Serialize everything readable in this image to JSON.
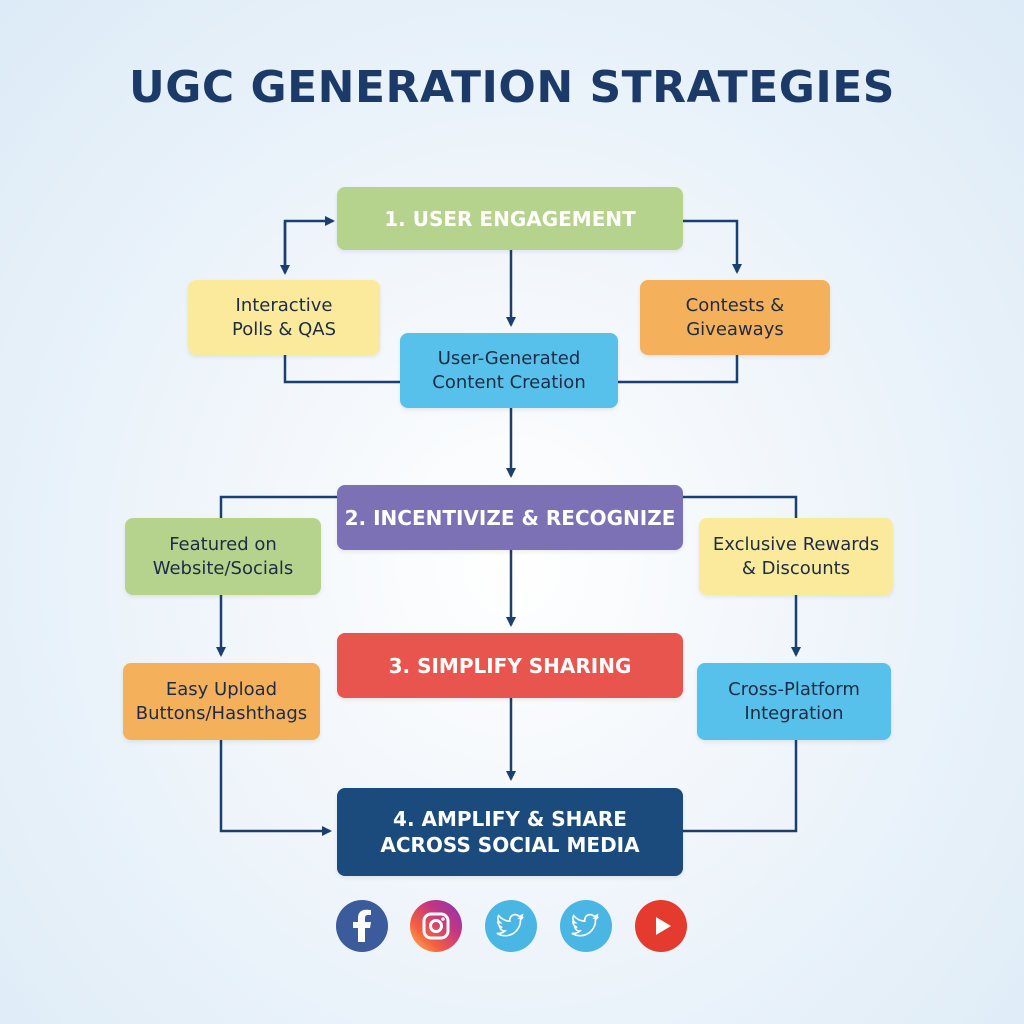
{
  "title": "UGC GENERATION STRATEGIES",
  "steps": [
    {
      "label": "1. USER ENGAGEMENT",
      "color": "#b6d38d"
    },
    {
      "label": "2. INCENTIVIZE & RECOGNIZE",
      "color": "#7b71b4"
    },
    {
      "label": "3. SIMPLIFY SHARING",
      "color": "#e8554e"
    },
    {
      "label": "4. AMPLIFY & SHARE ACROSS SOCIAL MEDIA",
      "line1": "4. AMPLIFY & SHARE",
      "line2": "ACROSS SOCIAL MEDIA",
      "color": "#1b4a7c"
    }
  ],
  "step1_children": {
    "left": {
      "line1": "Interactive",
      "line2": "Polls & QAS",
      "color": "#fcea9c"
    },
    "center": {
      "line1": "User-Generated",
      "line2": "Content Creation",
      "color": "#57c1eb"
    },
    "right": {
      "line1": "Contests &",
      "line2": "Giveaways",
      "color": "#f5b05b"
    }
  },
  "step2_children": {
    "left": {
      "line1": "Featured on",
      "line2": "Website/Socials",
      "color": "#b6d38d"
    },
    "right": {
      "line1": "Exclusive Rewards",
      "line2": "& Discounts",
      "color": "#fcea9c"
    }
  },
  "step3_children": {
    "left": {
      "line1": "Easy Upload",
      "line2": "Buttons/Hashthags",
      "color": "#f5b05b"
    },
    "right": {
      "line1": "Cross-Platform",
      "line2": "Integration",
      "color": "#57c1eb"
    }
  },
  "social_icons": [
    {
      "name": "facebook-icon",
      "color": "#3b5b9b"
    },
    {
      "name": "instagram-icon",
      "color": "#c13584"
    },
    {
      "name": "twitter-icon",
      "color": "#4ab6e4"
    },
    {
      "name": "twitter-icon",
      "color": "#4ab6e4"
    },
    {
      "name": "youtube-icon",
      "color": "#e53a2e"
    }
  ],
  "connector_color": "#1b3f6e"
}
